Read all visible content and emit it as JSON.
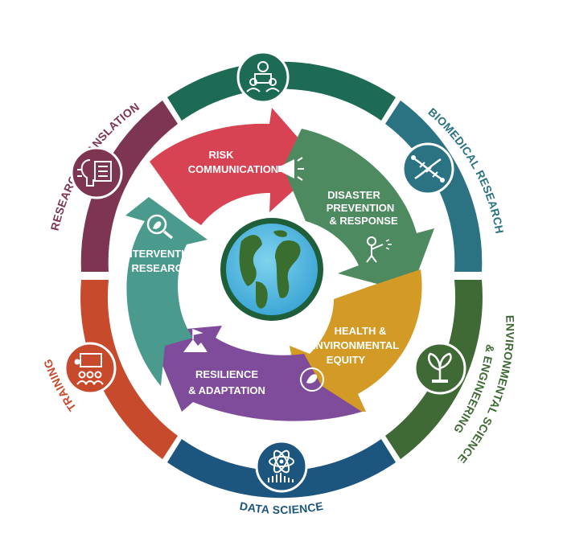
{
  "outer_ring": {
    "top": "COMMUNITY ENGAGEMENT",
    "top_right": "BIOMEDICAL RESEARCH",
    "right_lower_1": "ENVIRONMENTAL SCIENCE",
    "right_lower_2": "& ENGINEERING",
    "bottom": "DATA SCIENCE",
    "left_lower": "TRAINING",
    "left_upper": "RESEARCH TRANSLATION"
  },
  "inner_cycle": {
    "risk_1": "RISK",
    "risk_2": "COMMUNICATION",
    "disaster_1": "DISASTER",
    "disaster_2": "PREVENTION",
    "disaster_3": "& RESPONSE",
    "health_1": "HEALTH &",
    "health_2": "ENVIRONMENTAL",
    "health_3": "EQUITY",
    "resilience_1": "RESILIENCE",
    "resilience_2": "& ADAPTATION",
    "intervention_1": "INTERVENTION",
    "intervention_2": "RESEARCH"
  },
  "colors": {
    "community": "#1e6b55",
    "biomedical": "#2b7383",
    "environmental": "#3f6a35",
    "data": "#1c567e",
    "training": "#c84a2c",
    "translation": "#7d3552",
    "risk": "#d84353",
    "disaster": "#4d8a5f",
    "health": "#d39a26",
    "resilience": "#7e4c9b",
    "intervention": "#4a9a8e"
  },
  "icons": {
    "community": "community-engagement-icon",
    "biomedical": "dna-icon",
    "environmental": "plant-icon",
    "data": "atom-icon",
    "training": "classroom-icon",
    "translation": "brain-document-icon",
    "center": "globe-icon"
  }
}
